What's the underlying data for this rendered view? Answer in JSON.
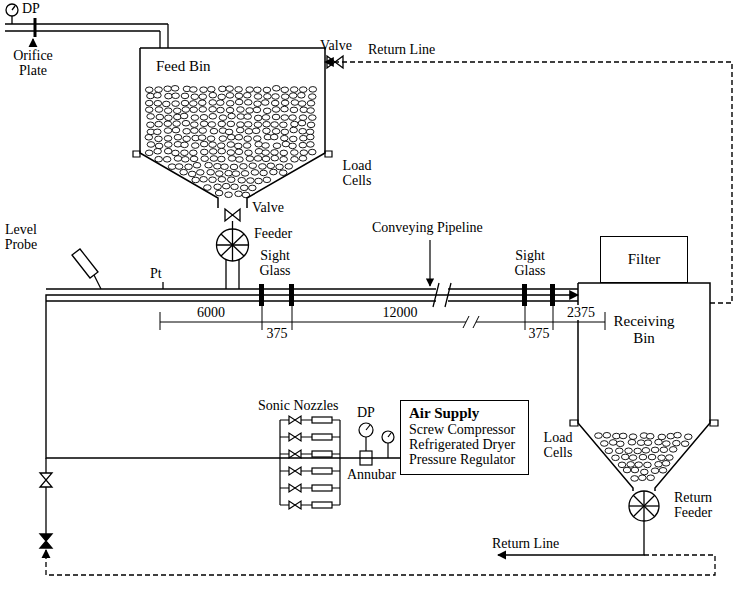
{
  "diagram": {
    "nodes": [
      {
        "text": [
          "Feed Bin"
        ]
      },
      {
        "text": [
          "Filter"
        ]
      },
      {
        "text": [
          "Receiving Bin"
        ]
      },
      {
        "text": [
          "Air Supply",
          "Screw Compressor",
          "Refrigerated Dryer",
          "Pressure Regulator"
        ]
      }
    ],
    "edges": [
      {
        "from": 2,
        "to": 0,
        "arrow": "to"
      },
      {
        "from": 3,
        "to": 2,
        "arrow": "to"
      }
    ],
    "labels": [
      "DP",
      "Orifice Plate",
      "Valve",
      "Return Line",
      "Load Cells",
      "Valve",
      "Feeder",
      "Level Probe",
      "Pt",
      "Sight Glass",
      "Conveying Pipeline",
      "Sight Glass",
      "6000",
      "12000",
      "2375",
      "375",
      "375",
      "Load Cells",
      "Return Feeder",
      "Return Line",
      "Sonic Nozzles",
      "DP",
      "Annubar"
    ]
  }
}
